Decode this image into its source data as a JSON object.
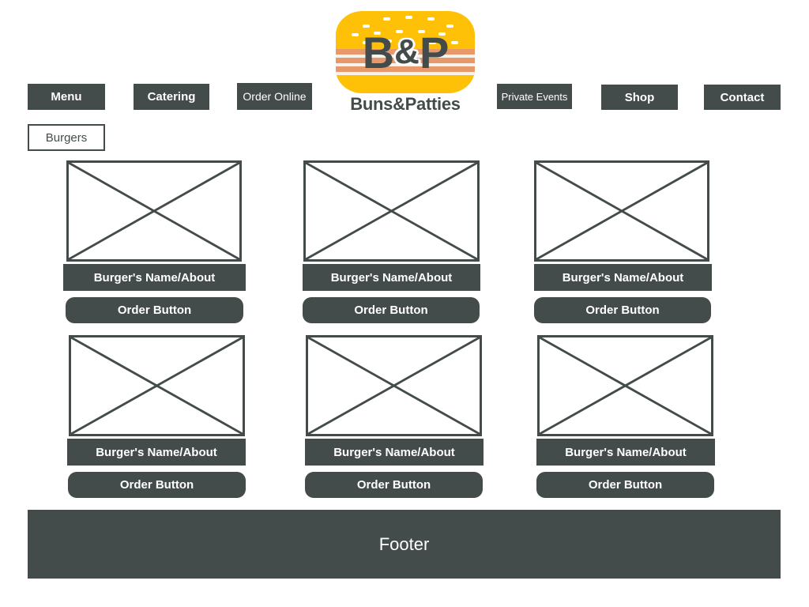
{
  "colors": {
    "dark": "#434C4A",
    "logo_yellow": "#FFC107",
    "stripe_dark": "#E8996B",
    "stripe_light": "#F7F2EC",
    "background": "#FFFFFF"
  },
  "logo": {
    "monogram_left": "B",
    "monogram_amp": "&",
    "monogram_right": "P",
    "wordmark": "Buns&Patties"
  },
  "nav": {
    "items": [
      {
        "label": "Menu",
        "active": false
      },
      {
        "label": "Catering",
        "active": false
      },
      {
        "label": "Order Online",
        "active": false
      },
      {
        "label": "Private Events",
        "active": false
      },
      {
        "label": "Shop",
        "active": false
      },
      {
        "label": "Contact",
        "active": false
      }
    ],
    "subnav": [
      {
        "label": "Burgers",
        "active": true
      }
    ]
  },
  "main": {
    "cards": [
      {
        "caption": "Burger's Name/About",
        "button": "Order Button"
      },
      {
        "caption": "Burger's Name/About",
        "button": "Order Button"
      },
      {
        "caption": "Burger's Name/About",
        "button": "Order Button"
      },
      {
        "caption": "Burger's Name/About",
        "button": "Order Button"
      },
      {
        "caption": "Burger's Name/About",
        "button": "Order Button"
      },
      {
        "caption": "Burger's Name/About",
        "button": "Order Button"
      }
    ]
  },
  "footer": {
    "label": "Footer"
  }
}
